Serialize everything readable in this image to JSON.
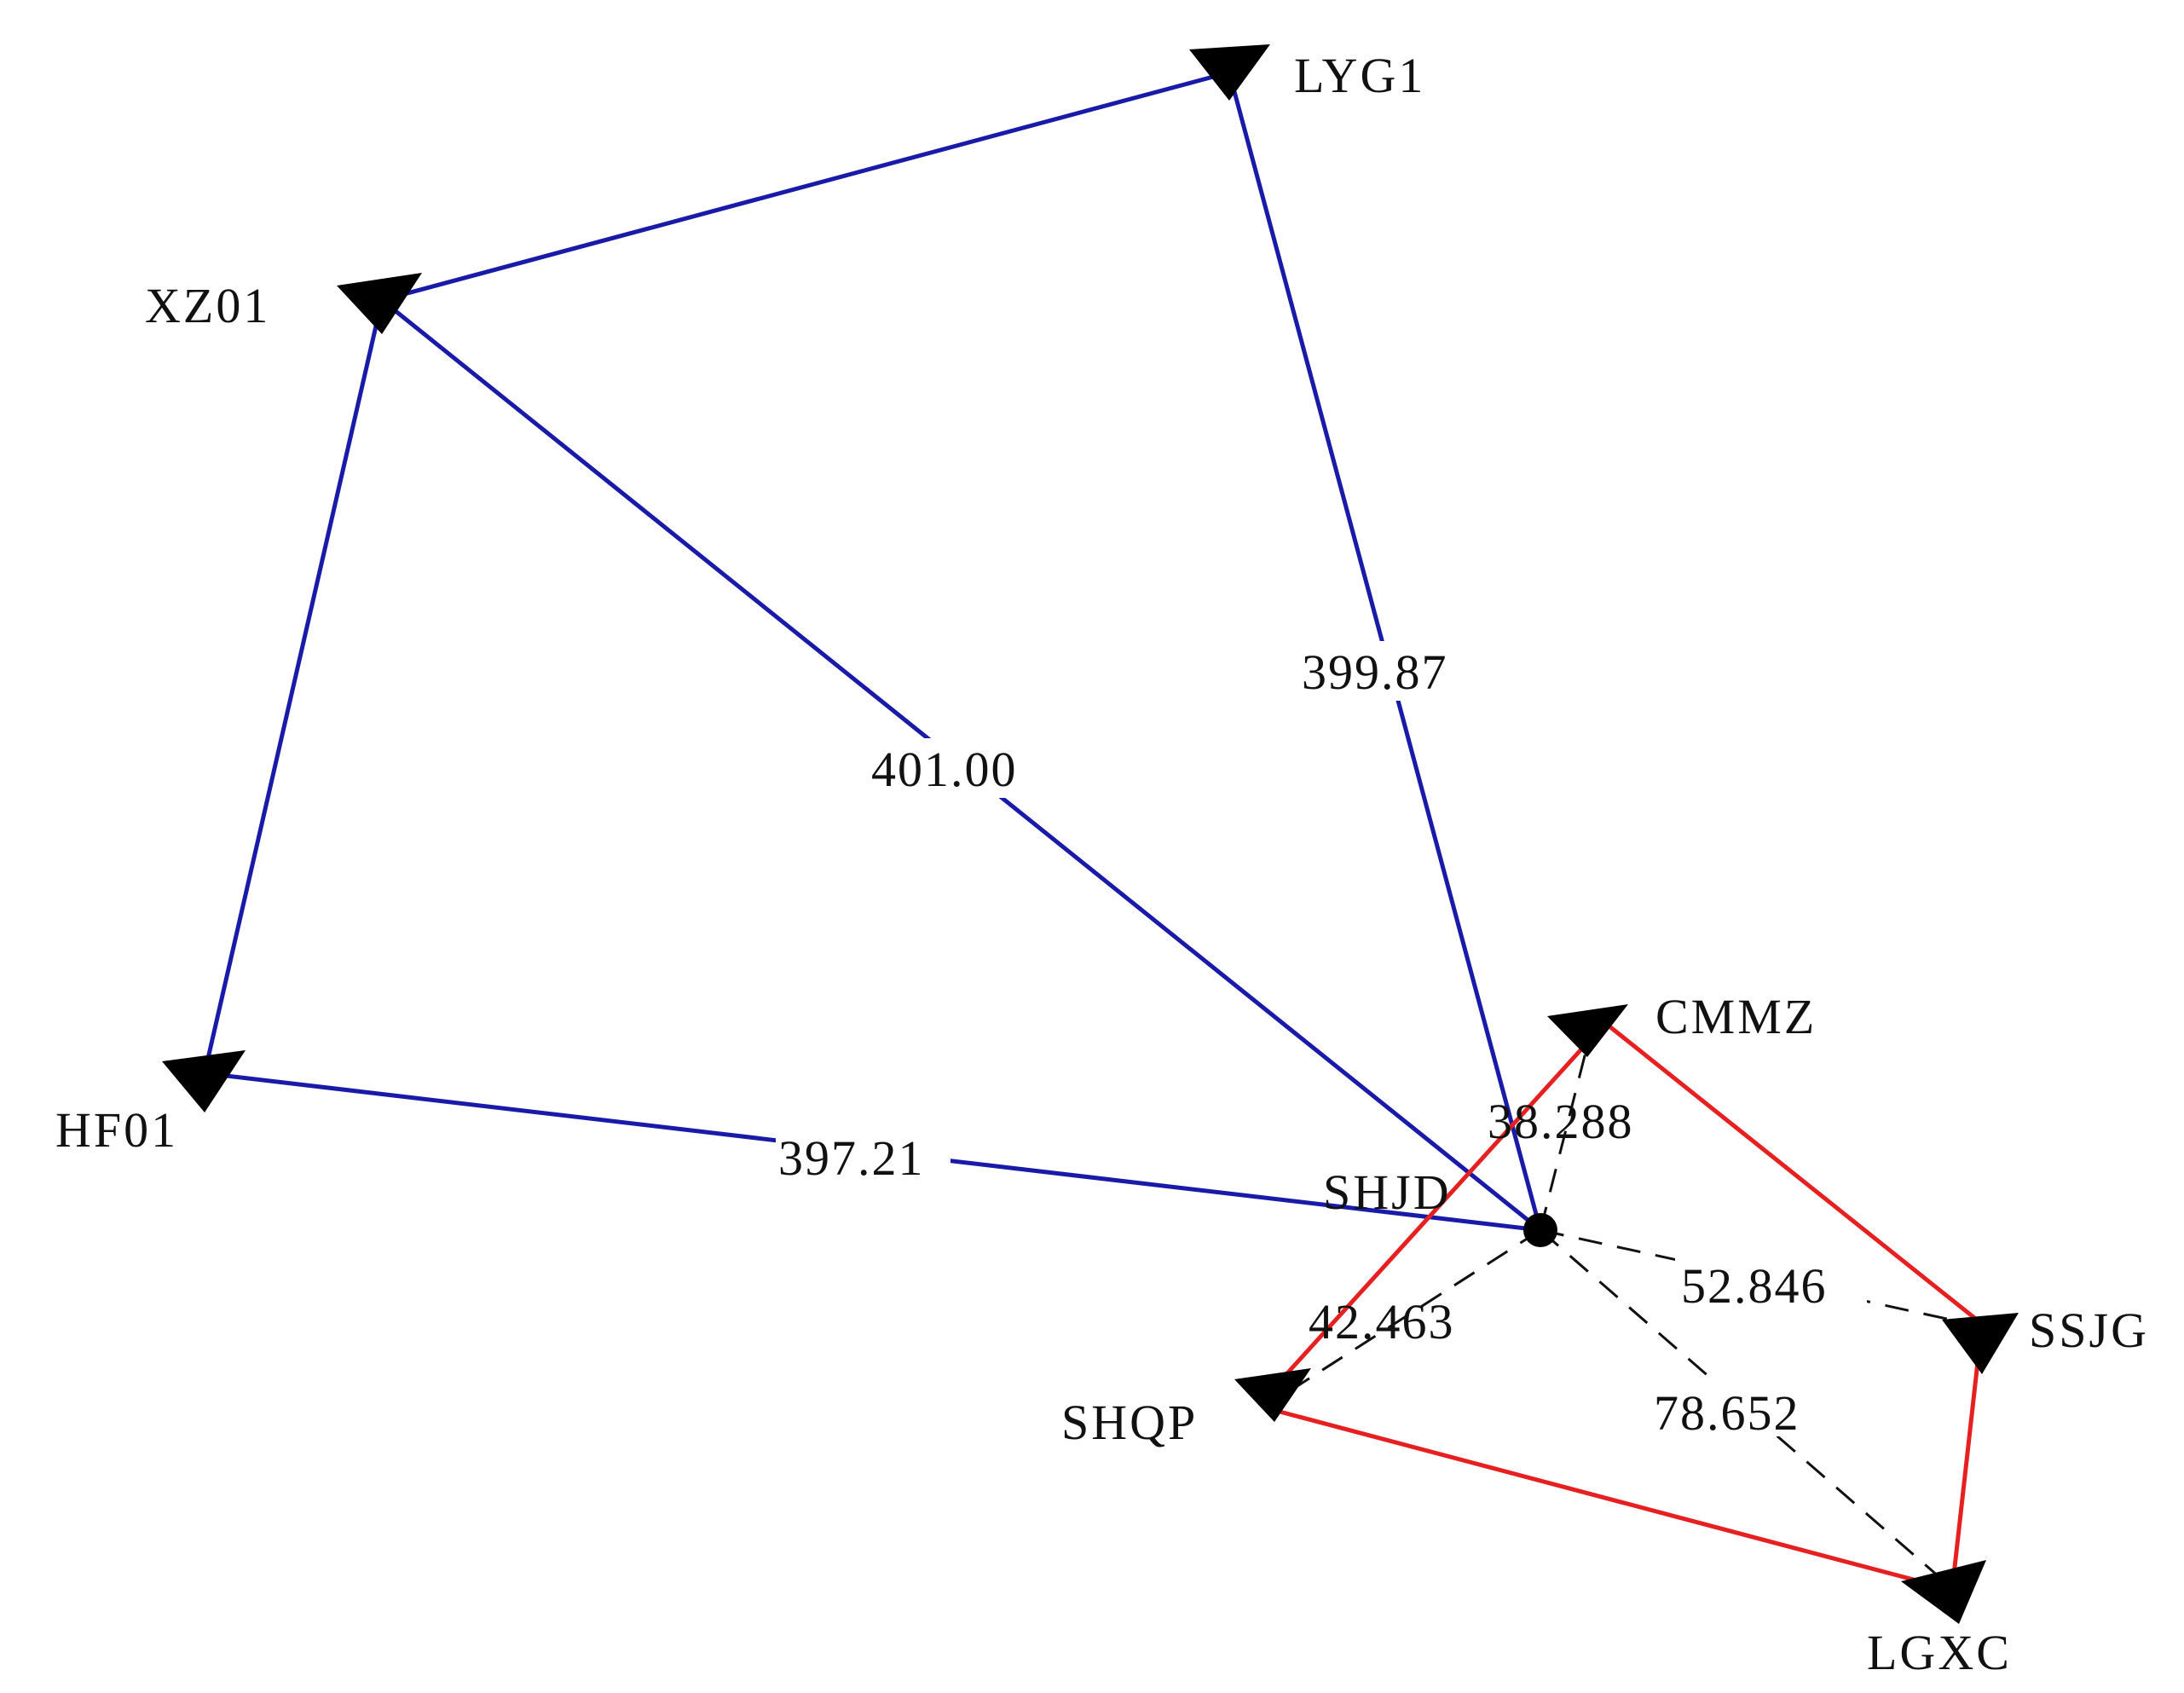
{
  "colors": {
    "background": "#ffffff",
    "regional_line": "#1a1aa8",
    "local_line": "#e62020",
    "baseline_line": "#111111",
    "marker": "#000000",
    "text": "#111111"
  },
  "stations": {
    "lyg1": "LYG1",
    "xz01": "XZ01",
    "hf01": "HF01",
    "shjd": "SHJD",
    "cmmz": "CMMZ",
    "ssjg": "SSJG",
    "shqp": "SHQP",
    "lgxc": "LGXC"
  },
  "edge_labels": {
    "shjd_lyg1": "399.87",
    "shjd_xz01": "401.00",
    "shjd_hf01": "397.21",
    "shjd_cmmz": "38.288",
    "shjd_ssjg": "52.846",
    "shjd_shqp": "42.463",
    "shjd_lgxc": "78.652"
  }
}
